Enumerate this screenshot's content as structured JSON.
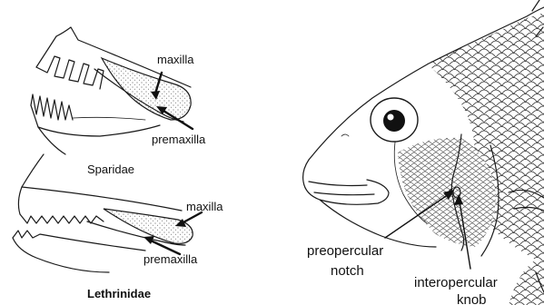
{
  "labels": {
    "sparidae_maxilla": "maxilla",
    "sparidae_premaxilla": "premaxilla",
    "sparidae_family": "Sparidae",
    "lethrinidae_maxilla": "maxilla",
    "lethrinidae_premaxilla": "premaxilla",
    "lethrinidae_family": "Lethrinidae",
    "preopercular_line1": "preopercular",
    "preopercular_line2": "notch",
    "interopercular_line1": "interopercular",
    "interopercular_line2": "knob"
  },
  "colors": {
    "ink": "#1a1a1a",
    "background": "#ffffff"
  }
}
